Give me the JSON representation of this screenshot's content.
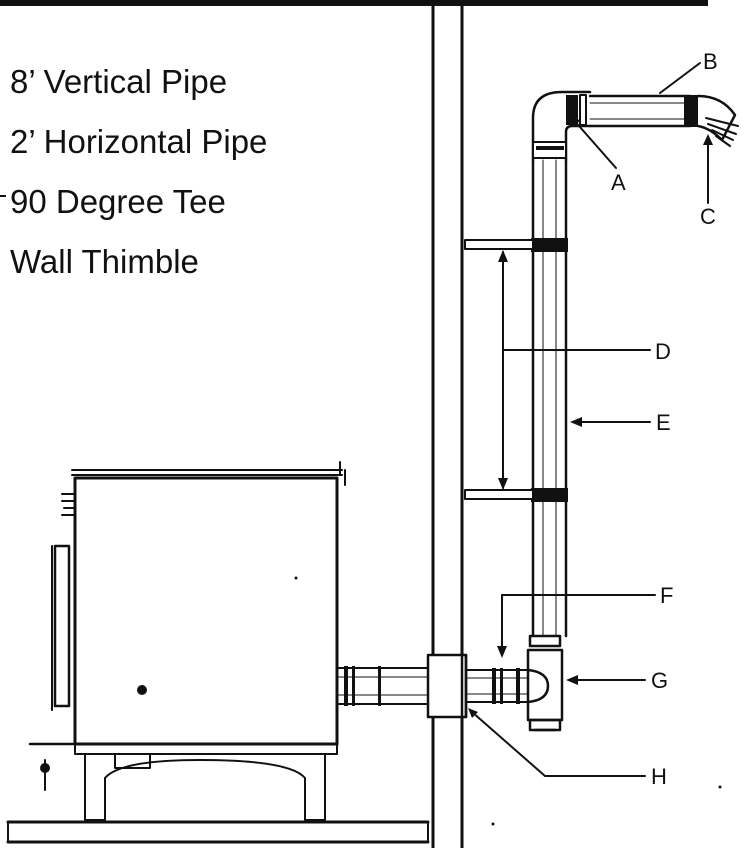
{
  "parts_list": [
    "8’ Vertical Pipe",
    "2’ Horizontal Pipe",
    "90 Degree Tee",
    "Wall Thimble"
  ],
  "callout_labels": {
    "a": "A",
    "b": "B",
    "c": "C",
    "d": "D",
    "e": "E",
    "f": "F",
    "g": "G",
    "h": "H"
  }
}
